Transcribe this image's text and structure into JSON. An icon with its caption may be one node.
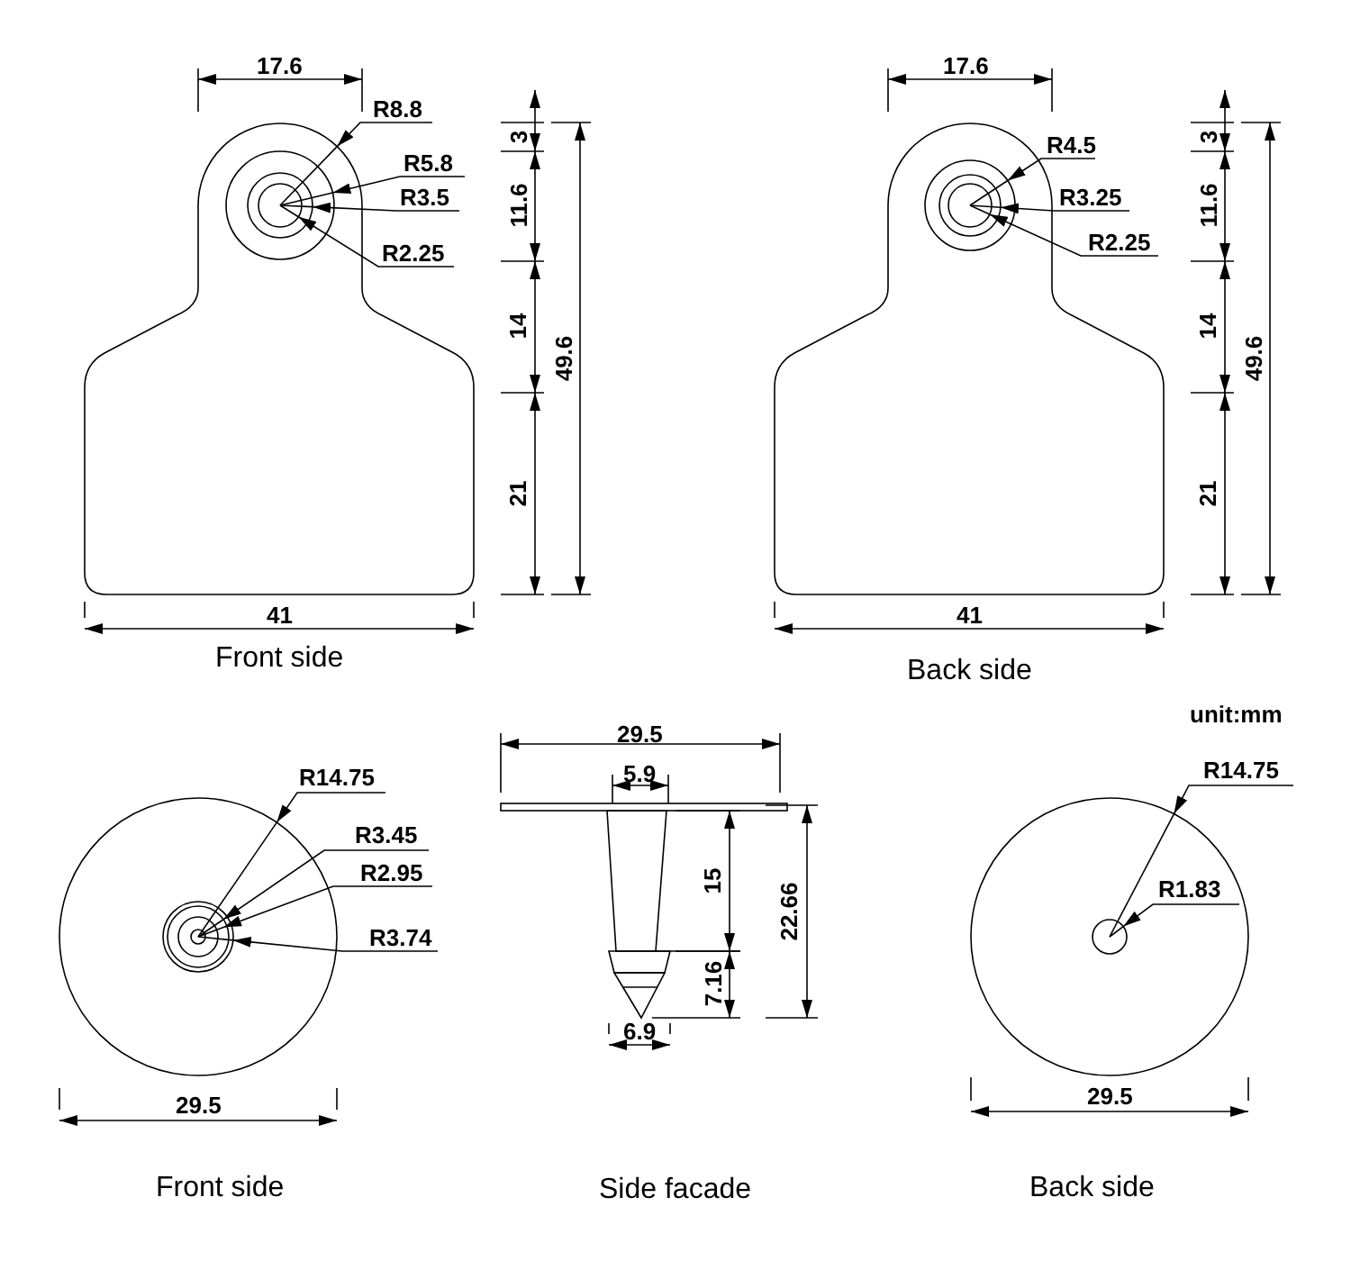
{
  "diagram": {
    "labels": [
      "17.6",
      "R8.8",
      "R5.8",
      "R3.5",
      "R2.25",
      "3",
      "11.6",
      "14",
      "21",
      "49.6",
      "41",
      "Front side",
      "17.6",
      "R4.5",
      "R3.25",
      "R2.25",
      "3",
      "11.6",
      "14",
      "21",
      "49.6",
      "41",
      "Back side",
      "unit:mm",
      "R14.75",
      "R3.45",
      "R2.95",
      "R3.74",
      "29.5",
      "Front side",
      "29.5",
      "5.9",
      "15",
      "22.66",
      "7.16",
      "6.9",
      "Side facade",
      "R14.75",
      "R1.83",
      "29.5",
      "Back side"
    ]
  }
}
